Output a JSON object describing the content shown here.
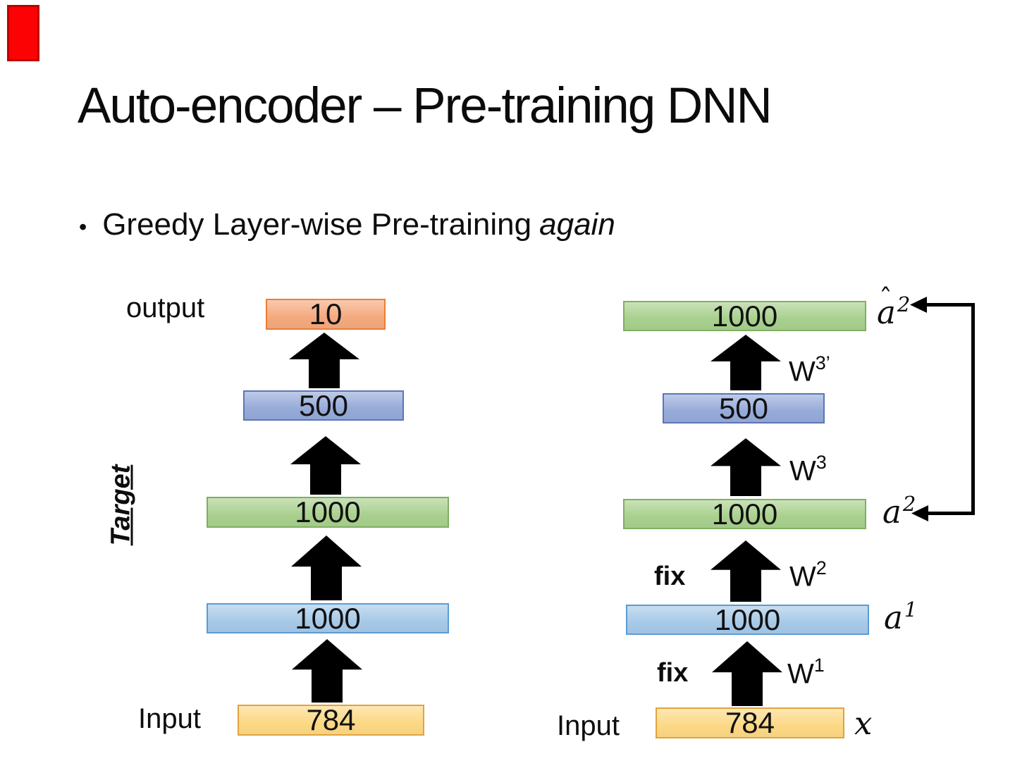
{
  "slide": {
    "title": "Auto-encoder – Pre-training DNN",
    "bullet_glyph": "•",
    "bullet_text": "Greedy Layer-wise Pre-training",
    "bullet_emphasis": "again"
  },
  "palette": {
    "red_marker_fill": "#FC0204",
    "red_marker_border": "#BE0000",
    "orange_fill": "#F4A97E",
    "orange_border": "#ED7D31",
    "periwinkle_fill": "#96AAD9",
    "periwinkle_border": "#5C75B5",
    "green_fill": "#A8D08D",
    "green_border": "#7FAF61",
    "lightblue_fill": "#A6C9E8",
    "lightblue_border": "#5B9BD5",
    "gold_fill": "#FCD884",
    "gold_border": "#E2A33D",
    "arrow_color": "#000000"
  },
  "left_diagram": {
    "output_label": "output",
    "target_label": "Target",
    "input_label": "Input",
    "layers": [
      {
        "value": "10",
        "color": "orange"
      },
      {
        "value": "500",
        "color": "periwinkle"
      },
      {
        "value": "1000",
        "color": "green"
      },
      {
        "value": "1000",
        "color": "lightblue"
      },
      {
        "value": "784",
        "color": "gold"
      }
    ]
  },
  "right_diagram": {
    "input_label": "Input",
    "fix_label": "fix",
    "hat_glyph": "ˆ",
    "layers": [
      {
        "value": "1000",
        "color": "green",
        "activation_base": "a",
        "activation_sup": "2"
      },
      {
        "value": "500",
        "color": "periwinkle"
      },
      {
        "value": "1000",
        "color": "green",
        "activation_base": "a",
        "activation_sup": "2"
      },
      {
        "value": "1000",
        "color": "lightblue",
        "activation_base": "a",
        "activation_sup": "1"
      },
      {
        "value": "784",
        "color": "gold",
        "activation_base": "x"
      }
    ],
    "weights": [
      {
        "base": "W",
        "sup": "3’"
      },
      {
        "base": "W",
        "sup": "3"
      },
      {
        "base": "W",
        "sup": "2"
      },
      {
        "base": "W",
        "sup": "1"
      }
    ]
  }
}
